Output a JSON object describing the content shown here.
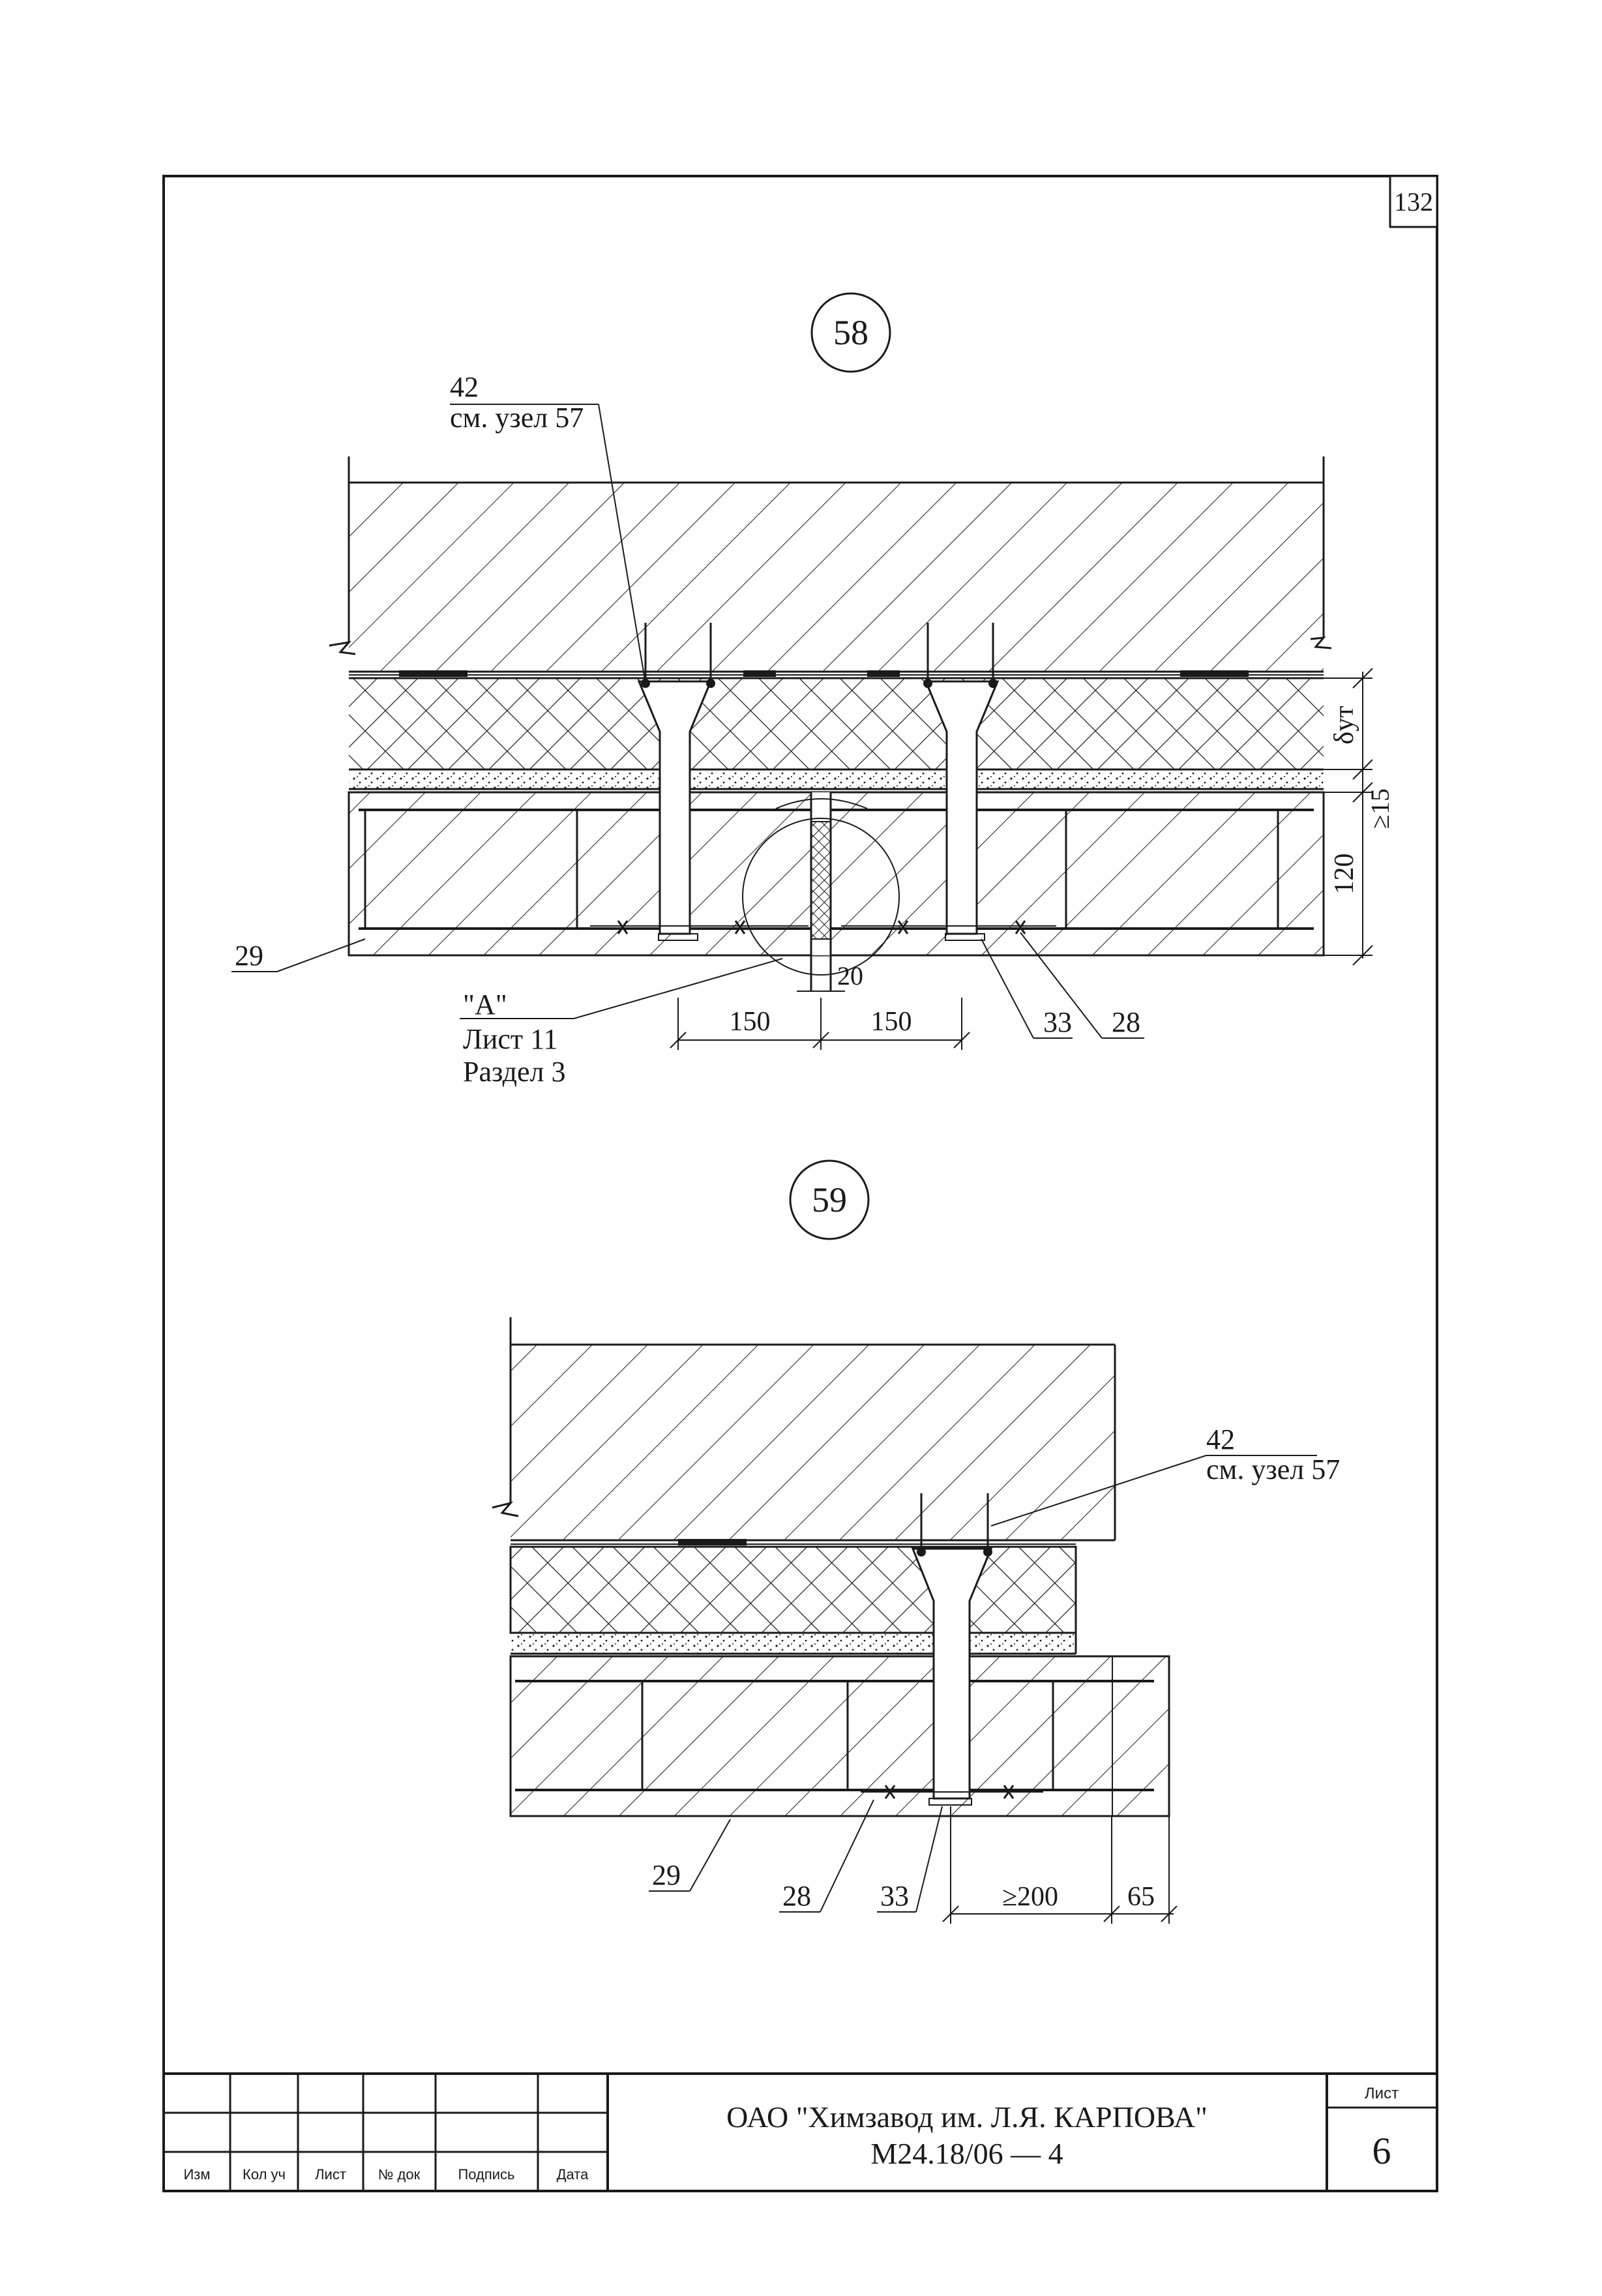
{
  "sheet_corner_number": "132",
  "node58": {
    "id": "58",
    "callout_42": {
      "num": "42",
      "ref": "см. узел 57"
    },
    "dim_insulation": "δут",
    "dim_gap": "≥15",
    "dim_slab": "120",
    "dim_joint": "20",
    "dim_left": "150",
    "dim_right": "150",
    "label_29": "29",
    "label_33": "33",
    "label_28": "28",
    "callout_A": {
      "name": "\"А\"",
      "sheet": "Лист 11",
      "section": "Раздел 3"
    }
  },
  "node59": {
    "id": "59",
    "callout_42": {
      "num": "42",
      "ref": "см. узел 57"
    },
    "label_29": "29",
    "label_28": "28",
    "label_33": "33",
    "dim_min": "≥200",
    "dim_65": "65"
  },
  "title_block": {
    "headers": [
      "Изм",
      "Кол уч",
      "Лист",
      "№ док",
      "Подпись",
      "Дата"
    ],
    "organization": "ОАО \"Химзавод им. Л.Я. КАРПОВА\"",
    "document_code": "М24.18/06 — 4",
    "sheet_label": "Лист",
    "sheet_number": "6"
  },
  "colors": {
    "ink": "#1a1a1a",
    "paper": "#ffffff"
  }
}
